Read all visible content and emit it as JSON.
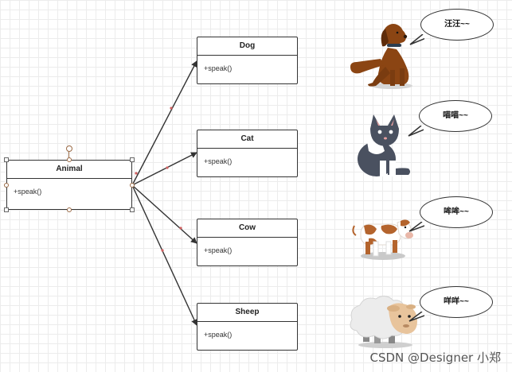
{
  "classes": {
    "animal": {
      "name": "Animal",
      "method": "+speak()"
    },
    "dog": {
      "name": "Dog",
      "method": "+speak()"
    },
    "cat": {
      "name": "Cat",
      "method": "+speak()"
    },
    "cow": {
      "name": "Cow",
      "method": "+speak()"
    },
    "sheep": {
      "name": "Sheep",
      "method": "+speak()"
    }
  },
  "bubbles": {
    "dog": "汪汪~~",
    "cat": "喵喵~~",
    "cow": "哞哞~~",
    "sheep": "咩咩~~"
  },
  "watermark": "CSDN @Designer 小郑",
  "colors": {
    "line": "#333333",
    "dog": "#8b4513",
    "cat": "#4a5160",
    "cow_spot": "#b4642d",
    "sheep_face": "#e8c49c"
  },
  "icons": [
    "dog-illustration",
    "cat-illustration",
    "cow-illustration",
    "sheep-illustration"
  ]
}
